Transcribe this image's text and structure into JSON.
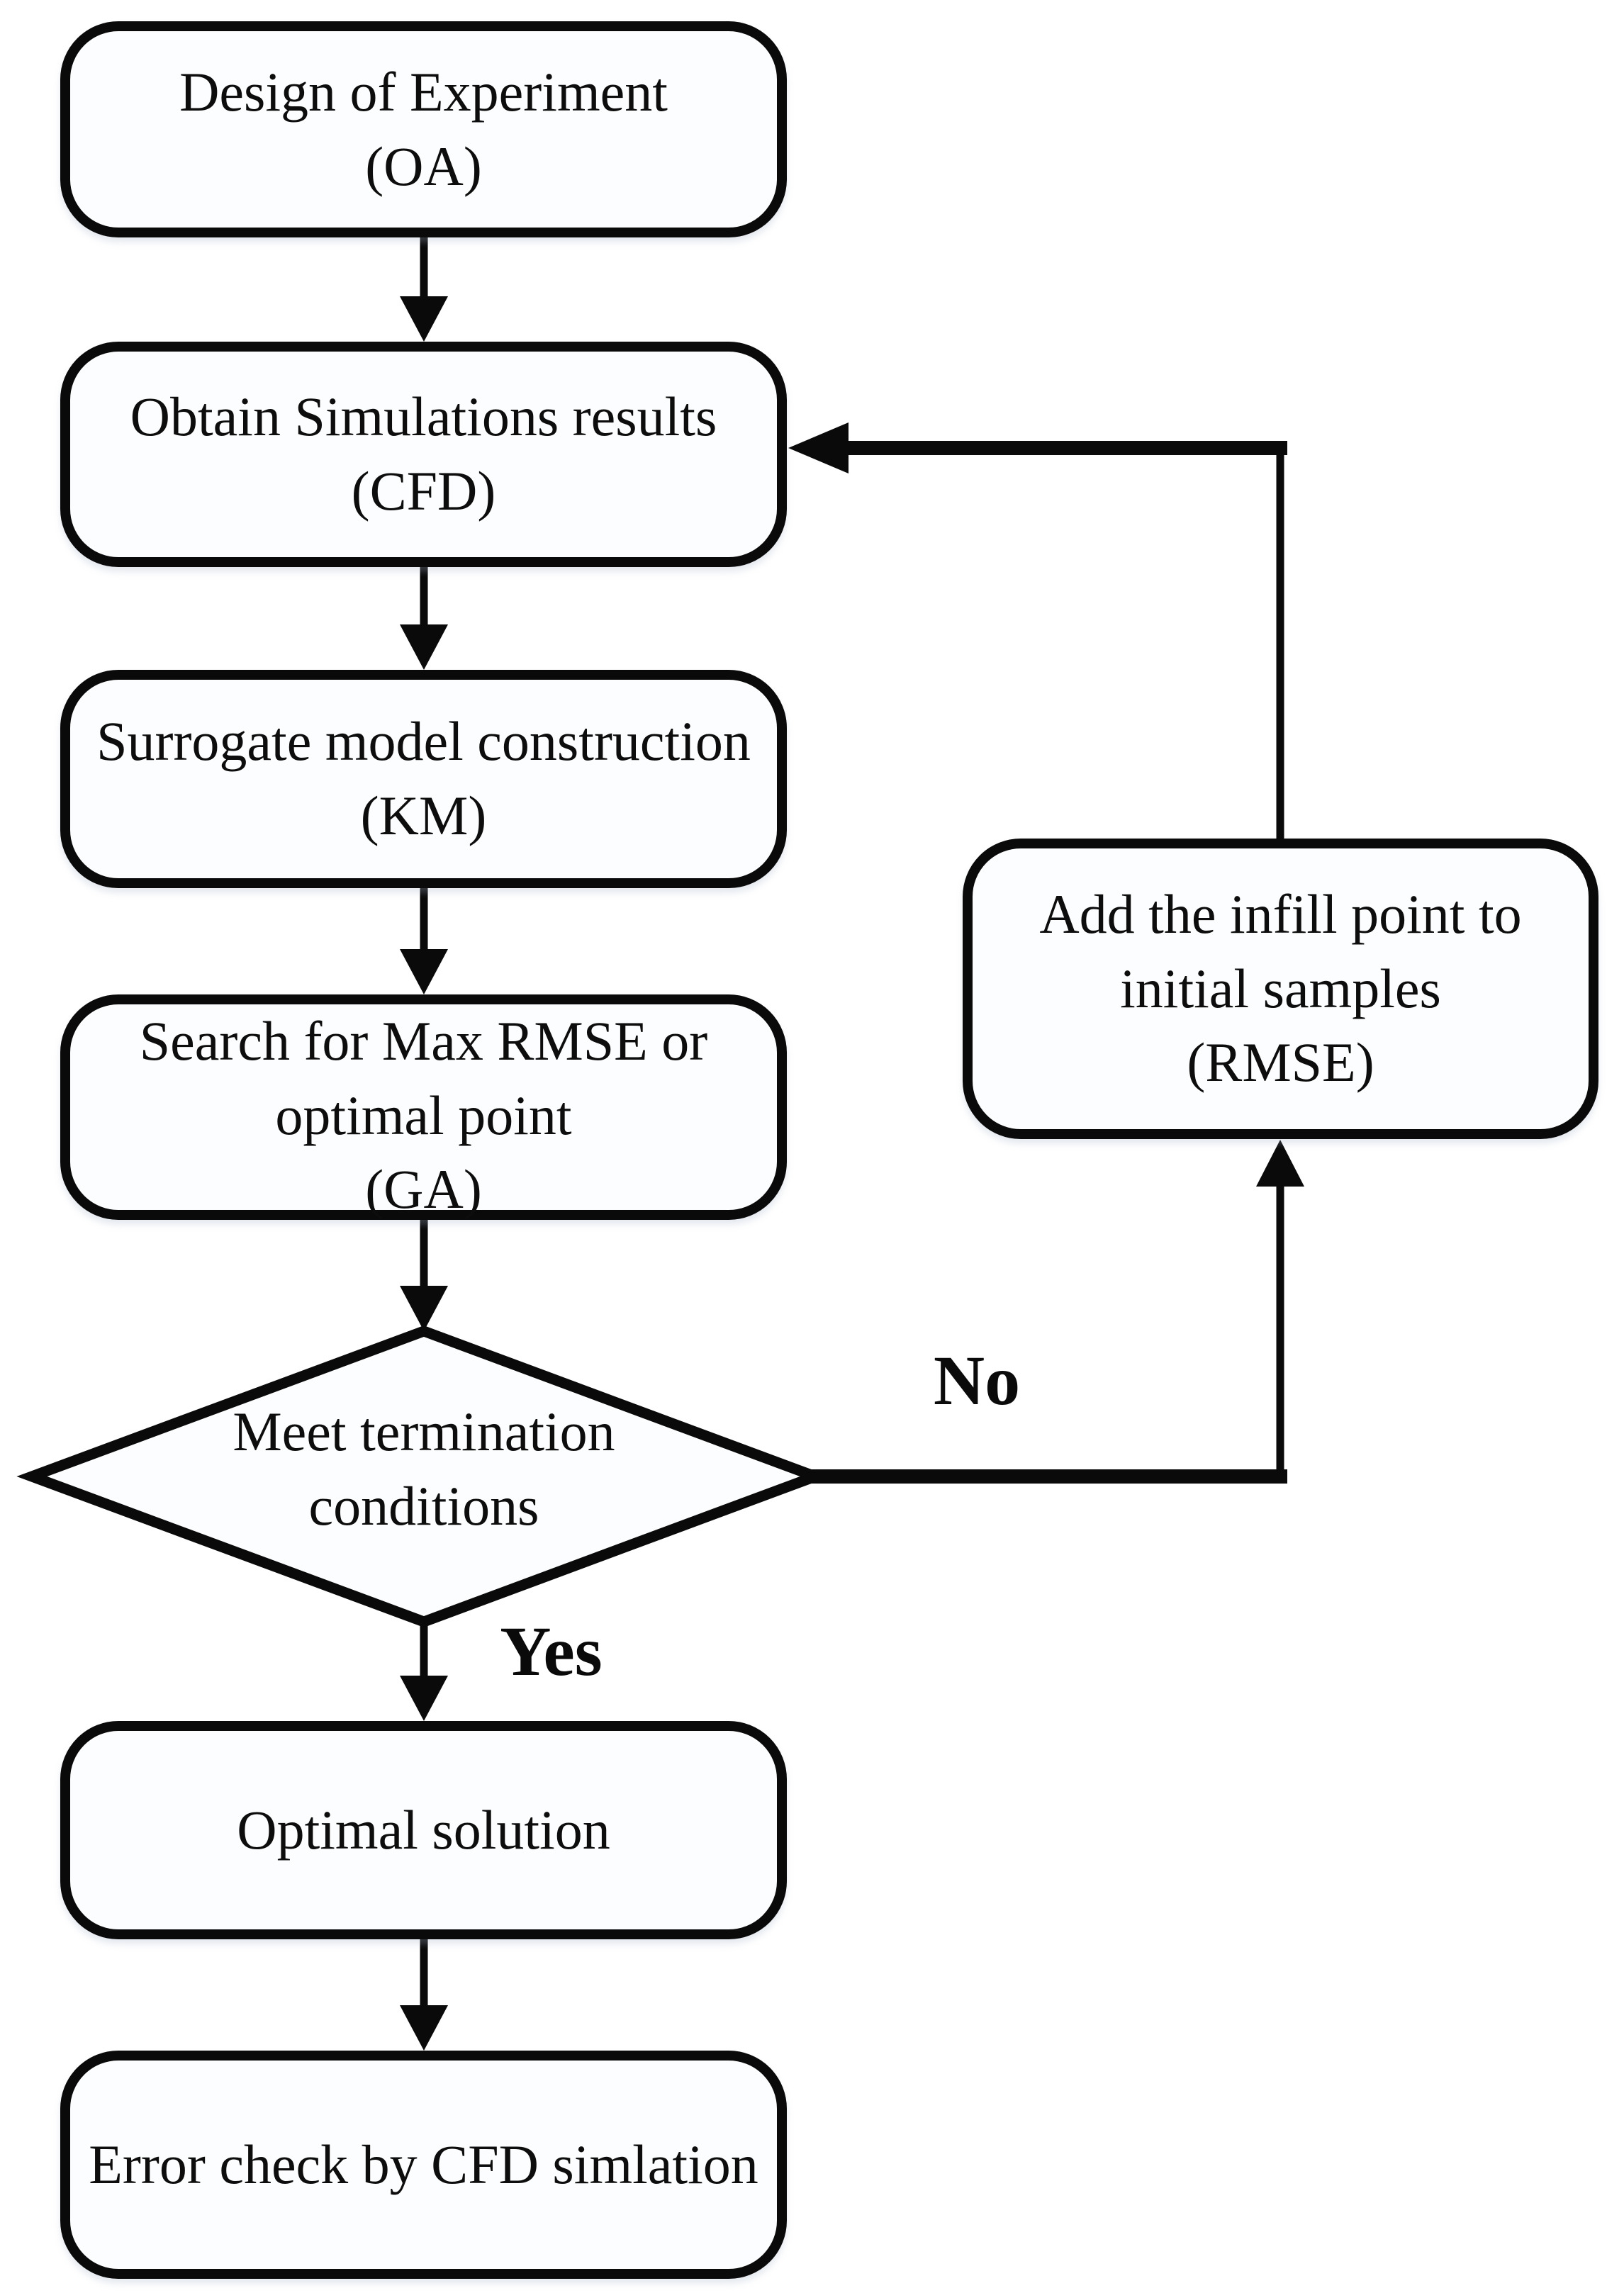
{
  "colors": {
    "stroke": "#0a0a0a",
    "node_fill": "#fcfdfe",
    "text": "#0d0d0d",
    "background": "#ffffff"
  },
  "nodes": {
    "doe": {
      "label": "Design of Experiment\n(OA)"
    },
    "cfd": {
      "label": "Obtain Simulations results\n(CFD)"
    },
    "surrogate": {
      "label": "Surrogate model construction\n(KM)"
    },
    "search": {
      "label": "Search for Max RMSE or\noptimal point\n(GA)"
    },
    "decision": {
      "label": "Meet termination\nconditions"
    },
    "infill": {
      "label": "Add the infill point to\ninitial samples\n(RMSE)"
    },
    "optimal": {
      "label": "Optimal solution"
    },
    "error_check": {
      "label": "Error check by CFD simlation"
    }
  },
  "edge_labels": {
    "yes": "Yes",
    "no": "No"
  }
}
